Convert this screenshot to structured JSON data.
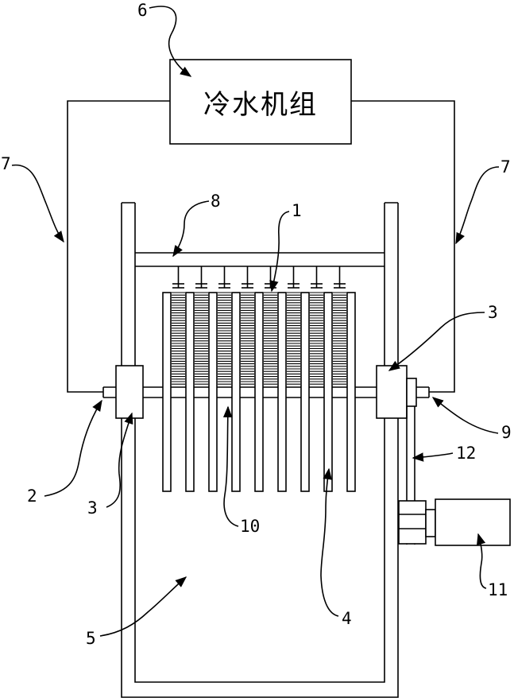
{
  "unit_text": "冷水机组",
  "callouts": {
    "c1": "1",
    "c2": "2",
    "c3_left": "3",
    "c3_right": "3",
    "c4": "4",
    "c5": "5",
    "c6": "6",
    "c7_left": "7",
    "c7_right": "7",
    "c8": "8",
    "c9": "9",
    "c10": "10",
    "c11": "11",
    "c12": "12"
  }
}
